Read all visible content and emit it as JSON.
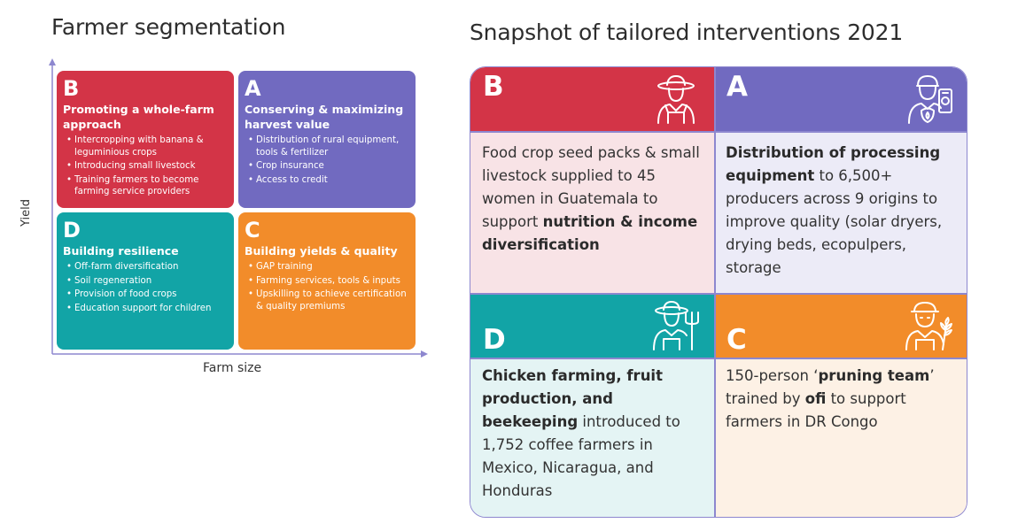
{
  "left": {
    "title": "Farmer segmentation",
    "ylabel": "Yield",
    "xlabel": "Farm size",
    "quadrants": {
      "B": {
        "letter": "B",
        "title": "Promoting a whole-farm approach",
        "color": "#d33447",
        "items": [
          "Intercropping with banana & leguminious crops",
          "Introducing small livestock",
          "Training farmers to become farming service providers"
        ]
      },
      "A": {
        "letter": "A",
        "title": "Conserving & maximizing harvest value",
        "color": "#716ac0",
        "items": [
          "Distribution of rural equipment, tools & fertilizer",
          "Crop insurance",
          "Access to credit"
        ]
      },
      "D": {
        "letter": "D",
        "title": "Building resilience",
        "color": "#12a4a6",
        "items": [
          "Off-farm diversification",
          "Soil regeneration",
          "Provision of food crops",
          "Education support for children"
        ]
      },
      "C": {
        "letter": "C",
        "title": "Building yields & quality",
        "color": "#f28c2a",
        "items": [
          "GAP training",
          "Farming services, tools & inputs",
          "Upskilling to achieve certification & quality premiums"
        ]
      }
    }
  },
  "right": {
    "title": "Snapshot of tailored interventions 2021",
    "cells": {
      "B": {
        "letter": "B",
        "icon": "farmer-hat-icon",
        "text_1": "Food crop seed packs & small livestock supplied to 45 women in Guatemala to support ",
        "bold_1": "nutrition & income diversification"
      },
      "A": {
        "letter": "A",
        "icon": "farmer-phone-icon",
        "bold_1": "Distribution of processing equipment",
        "text_1": " to 6,500+ producers across 9 origins to improve quality (solar dryers, drying beds, ecopulpers, storage"
      },
      "D": {
        "letter": "D",
        "icon": "farmer-pitchfork-icon",
        "bold_1": "Chicken farming, fruit production, and beekeeping",
        "text_1": " introduced to 1,752 coffee farmers in Mexico, Nicaragua, and Honduras"
      },
      "C": {
        "letter": "C",
        "icon": "farmer-wheat-icon",
        "text_1": "150-person ‘",
        "bold_1": "pruning team",
        "text_2": "’ trained by ",
        "bold_2": "ofi",
        "text_3": " to support farmers in DR Congo"
      }
    }
  }
}
